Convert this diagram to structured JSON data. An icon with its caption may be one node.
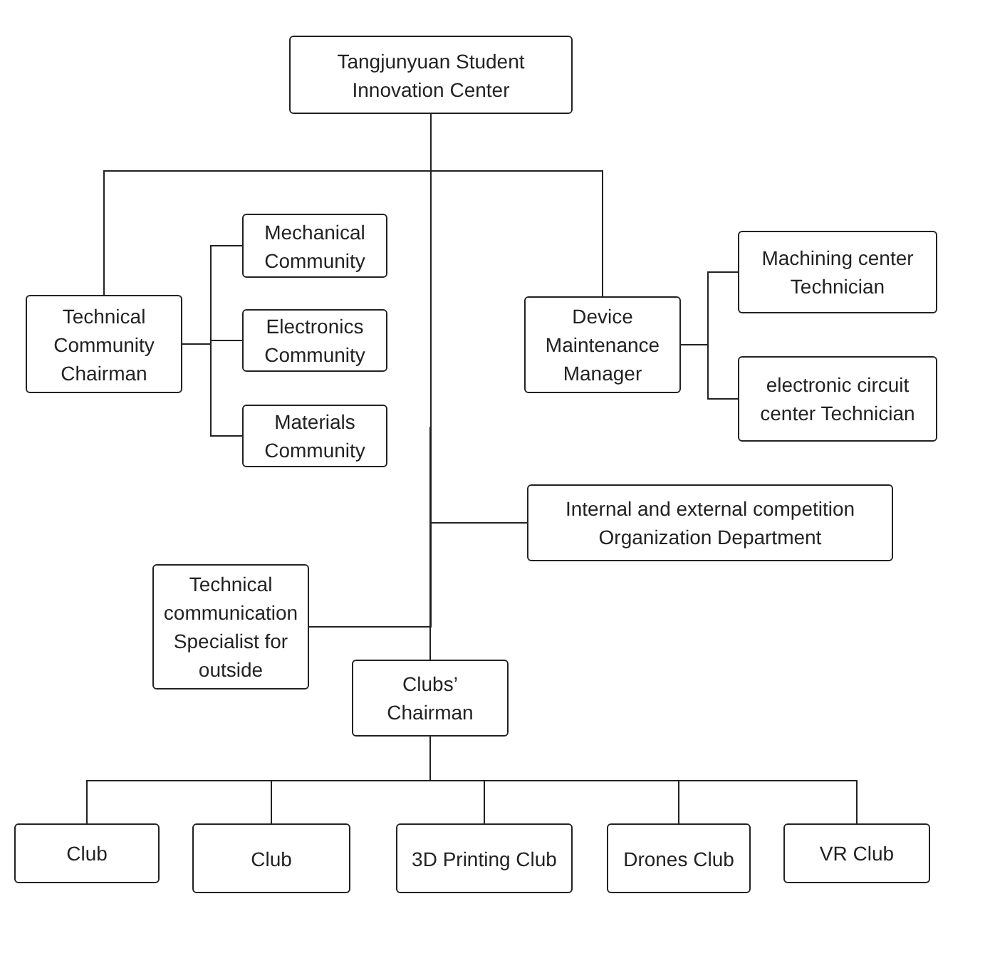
{
  "diagram": {
    "nodes": [
      {
        "text": [
          "Tangjunyuan Student Innovation Center"
        ]
      },
      {
        "text": [
          "Technical Community Chairman"
        ]
      },
      {
        "text": [
          "Mechanical Community"
        ]
      },
      {
        "text": [
          "Electronics Community"
        ]
      },
      {
        "text": [
          "Materials Community"
        ]
      },
      {
        "text": [
          "Device Maintenance Manager"
        ]
      },
      {
        "text": [
          "Machining center Technician"
        ]
      },
      {
        "text": [
          "electronic circuit center Technician"
        ]
      },
      {
        "text": [
          "Internal and external competition Organization Department"
        ]
      },
      {
        "text": [
          "Technical communication Specialist for outside"
        ]
      },
      {
        "text": [
          "Clubs’ Chairman"
        ]
      },
      {
        "text": [
          "Club"
        ]
      },
      {
        "text": [
          "Club"
        ]
      },
      {
        "text": [
          "3D Printing Club"
        ]
      },
      {
        "text": [
          "Drones Club"
        ]
      },
      {
        "text": [
          "VR Club"
        ]
      }
    ],
    "edges": [
      {
        "from": 0,
        "to": 1,
        "arrow": "none"
      },
      {
        "from": 0,
        "to": 5,
        "arrow": "none"
      },
      {
        "from": 0,
        "to": 8,
        "arrow": "none"
      },
      {
        "from": 0,
        "to": 9,
        "arrow": "none"
      },
      {
        "from": 0,
        "to": 10,
        "arrow": "none"
      },
      {
        "from": 1,
        "to": 2,
        "arrow": "none"
      },
      {
        "from": 1,
        "to": 3,
        "arrow": "none"
      },
      {
        "from": 1,
        "to": 4,
        "arrow": "none"
      },
      {
        "from": 5,
        "to": 6,
        "arrow": "none"
      },
      {
        "from": 5,
        "to": 7,
        "arrow": "none"
      },
      {
        "from": 10,
        "to": 11,
        "arrow": "none"
      },
      {
        "from": 10,
        "to": 12,
        "arrow": "none"
      },
      {
        "from": 10,
        "to": 13,
        "arrow": "none"
      },
      {
        "from": 10,
        "to": 14,
        "arrow": "none"
      },
      {
        "from": 10,
        "to": 15,
        "arrow": "none"
      }
    ]
  }
}
